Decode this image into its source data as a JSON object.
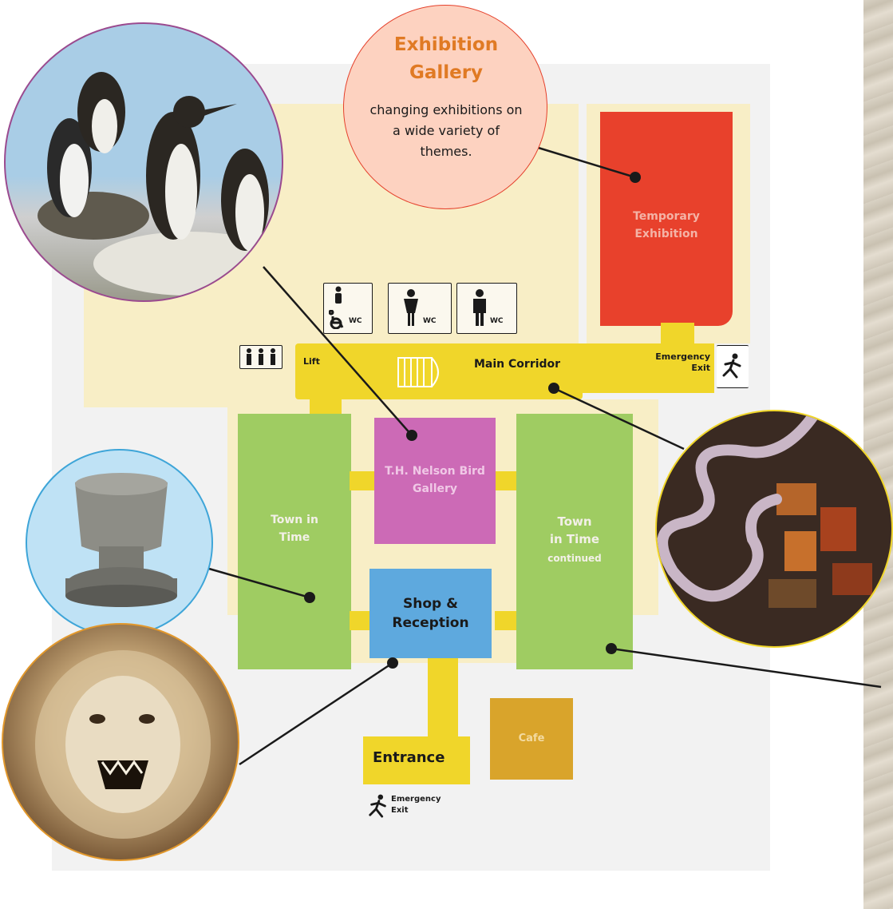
{
  "callout": {
    "title": "Exhibition Gallery",
    "description": "changing exhibitions on a wide variety of themes."
  },
  "rooms": {
    "temporary_exhibition": "Temporary Exhibition",
    "main_corridor": "Main Corridor",
    "lift": "Lift",
    "emergency_exit_top": "Emergency Exit",
    "bird_gallery": "T.H. Nelson Bird Gallery",
    "town_in_time": "Town in Time",
    "town_in_time_continued_line1": "Town",
    "town_in_time_continued_line2": "in Time",
    "town_in_time_continued_line3": "continued",
    "shop_reception": "Shop & Reception",
    "cafe": "Cafe",
    "entrance": "Entrance",
    "emergency_exit_bottom": "Emergency Exit"
  },
  "wc_labels": {
    "wc1": "WC",
    "wc2": "WC",
    "wc3": "WC"
  },
  "photos": [
    {
      "name": "puffins",
      "subject": "stuffed seabirds"
    },
    {
      "name": "font",
      "subject": "stone font"
    },
    {
      "name": "lion",
      "subject": "lion"
    },
    {
      "name": "river",
      "subject": "aerial view of river"
    }
  ],
  "colors": {
    "temporary_exhibition": "#e8412c",
    "corridor": "#f0d62a",
    "town_in_time": "#9fcc62",
    "bird_gallery": "#cc6ab6",
    "shop": "#5ea9de",
    "cafe": "#d9a42b",
    "floor": "#f8eec6",
    "callout_title": "#e07a24"
  }
}
